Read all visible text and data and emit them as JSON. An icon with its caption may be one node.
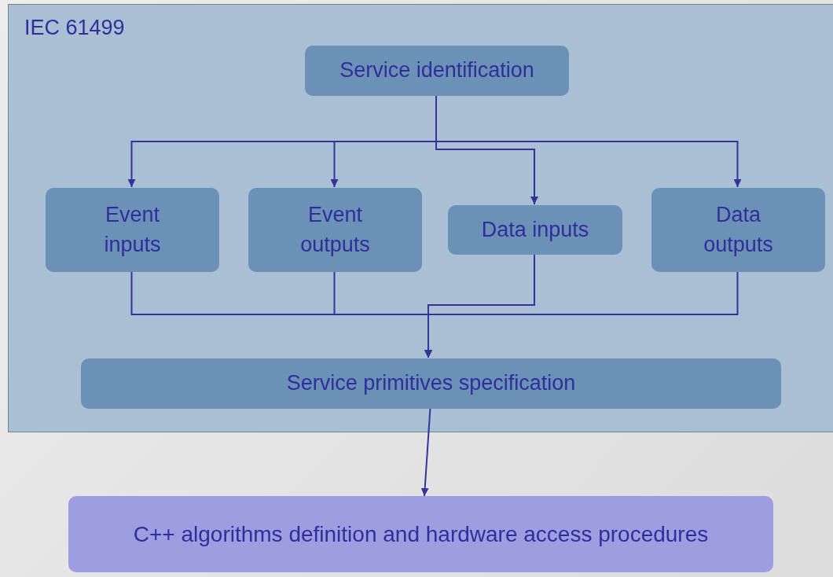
{
  "diagram": {
    "nodes": [
      {
        "text": [
          "IEC 61499"
        ]
      },
      {
        "text": [
          "Service identification"
        ],
        "in": 0
      },
      {
        "text": [
          "Event inputs"
        ],
        "in": 0
      },
      {
        "text": [
          "Event outputs"
        ],
        "in": 0
      },
      {
        "text": [
          "Data inputs"
        ],
        "in": 0
      },
      {
        "text": [
          "Data outputs"
        ],
        "in": 0
      },
      {
        "text": [
          "Service primitives specification"
        ],
        "in": 0
      },
      {
        "text": [
          "C++ algorithms definition and hardware access procedures"
        ]
      }
    ],
    "edges": [
      {
        "from": 1,
        "to": 2,
        "arrow": "to"
      },
      {
        "from": 1,
        "to": 3,
        "arrow": "to"
      },
      {
        "from": 1,
        "to": 4,
        "arrow": "to"
      },
      {
        "from": 1,
        "to": 5,
        "arrow": "to"
      },
      {
        "from": 2,
        "to": 6,
        "arrow": "to"
      },
      {
        "from": 3,
        "to": 6,
        "arrow": "to"
      },
      {
        "from": 4,
        "to": 6,
        "arrow": "to"
      },
      {
        "from": 5,
        "to": 6,
        "arrow": "to"
      },
      {
        "from": 6,
        "to": 7,
        "arrow": "to"
      }
    ]
  }
}
